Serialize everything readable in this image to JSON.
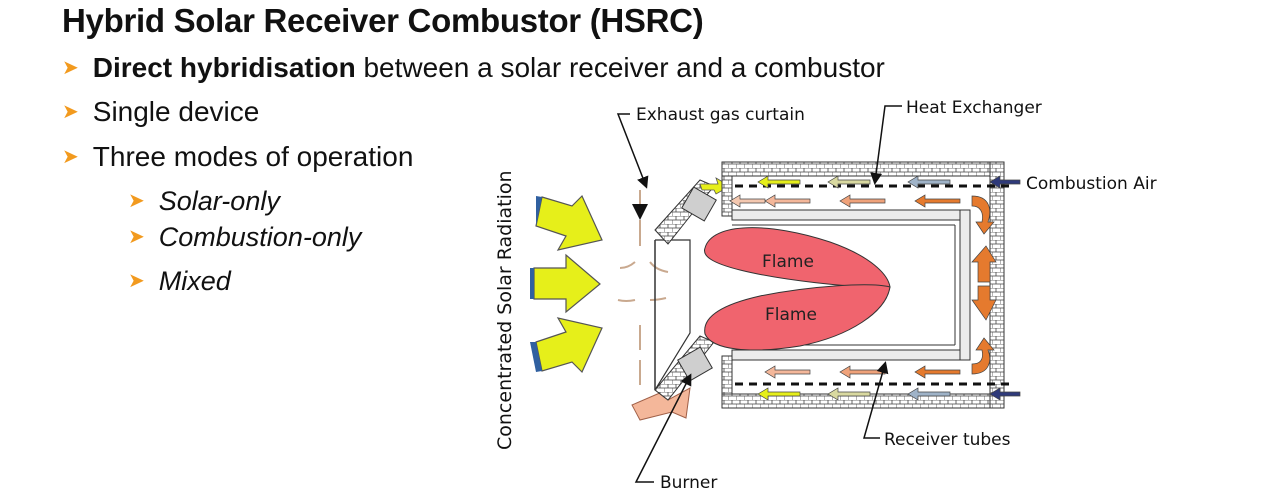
{
  "title": "Hybrid Solar Receiver Combustor (HSRC)",
  "bullets": [
    {
      "bold": "Direct hybridisation",
      "text": " between a solar receiver and a combustor"
    },
    {
      "bold": "",
      "text": "Single device"
    },
    {
      "bold": "",
      "text": "Three modes of operation"
    }
  ],
  "sub_bullets": [
    "Solar-only",
    "Combustion-only",
    "Mixed"
  ],
  "diagram": {
    "side_label": "Concentrated Solar Radiation",
    "labels": {
      "exhaust": "Exhaust gas curtain",
      "heat_exchanger": "Heat Exchanger",
      "combustion_air": "Combustion Air",
      "receiver_tubes": "Receiver tubes",
      "burner": "Burner",
      "flame": "Flame"
    },
    "colors": {
      "solar_arrow": "#e6ef1a",
      "flame": "#f0646e",
      "accent": "#f29a1e",
      "combustion_air_arrow": "#2f3a7a",
      "hot_arrow": "#e57a2e"
    }
  }
}
